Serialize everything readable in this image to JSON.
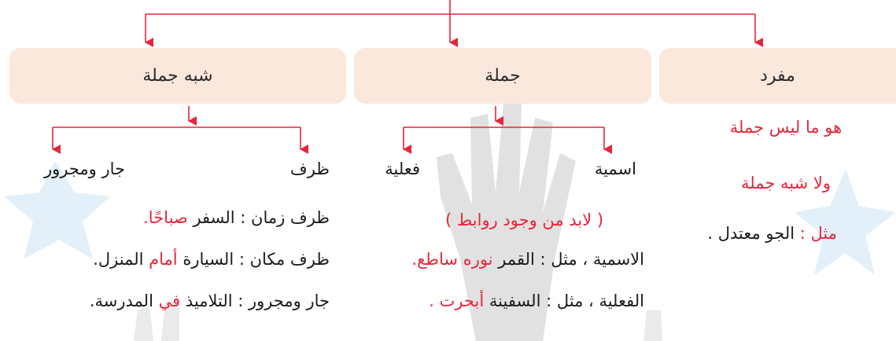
{
  "boxes": {
    "shibh_jumla": "شبه جملة",
    "jumla": "جملة",
    "mufrad": "مفرد"
  },
  "mufrad": {
    "def_line1": "هو ما ليس جملة",
    "def_line2": "ولا شبه جملة",
    "example_label": "مثل :",
    "example_text": "الجو معتدل ."
  },
  "jumla": {
    "type_ismiyya": "اسمية",
    "type_filiyya": "فعلية",
    "note": "( لابد من وجود روابط )",
    "ex1_prefix": "الاسمية ، مثل : القمر",
    "ex1_highlight": "نوره ساطع.",
    "ex2_prefix": "الفعلية ، مثل : السفينة",
    "ex2_highlight": "أبحرت ."
  },
  "shibh": {
    "type_zarf": "ظرف",
    "type_jar": "جار ومجرور",
    "ex1_prefix": "ظرف زمان : السفر",
    "ex1_highlight": "صباحًا.",
    "ex2_prefix": "ظرف مكان : السيارة",
    "ex2_highlight": "أمام",
    "ex2_suffix": "المنزل.",
    "ex3_prefix": "جار ومجرور : التلاميذ",
    "ex3_highlight": "في",
    "ex3_suffix": "المدرسة."
  },
  "colors": {
    "arrow": "#e4263a",
    "box_fill": "#fbe8dd",
    "highlight": "#e4263a",
    "watermark_hand": "#c9c9c9",
    "watermark_star": "#dcecf8"
  }
}
